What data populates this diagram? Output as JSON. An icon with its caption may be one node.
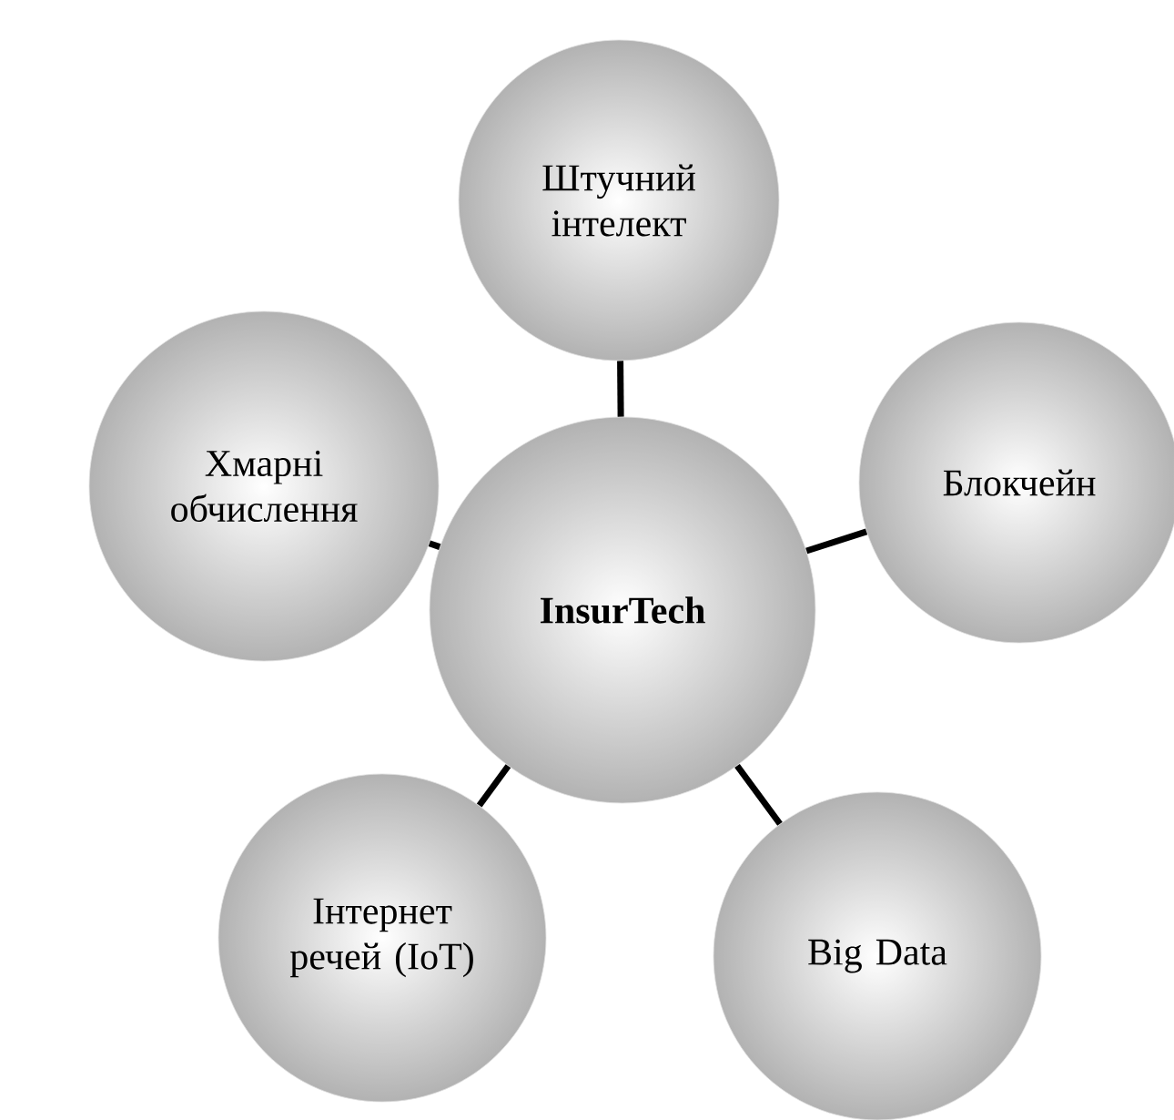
{
  "diagram": {
    "nodes": [
      {
        "text": [
          "Штучний інтелект"
        ]
      },
      {
        "text": [
          "Хмарні обчислення"
        ]
      },
      {
        "text": [
          "Блокчейн"
        ]
      },
      {
        "text": [
          "InsurTech"
        ]
      },
      {
        "text": [
          "Інтернет речей (IoT)"
        ]
      },
      {
        "text": [
          "Big Data"
        ]
      }
    ],
    "edges": [
      {
        "from": 3,
        "to": 0,
        "arrow": "none"
      },
      {
        "from": 3,
        "to": 1,
        "arrow": "none"
      },
      {
        "from": 3,
        "to": 2,
        "arrow": "none"
      },
      {
        "from": 3,
        "to": 4,
        "arrow": "none"
      },
      {
        "from": 3,
        "to": 5,
        "arrow": "none"
      }
    ]
  }
}
